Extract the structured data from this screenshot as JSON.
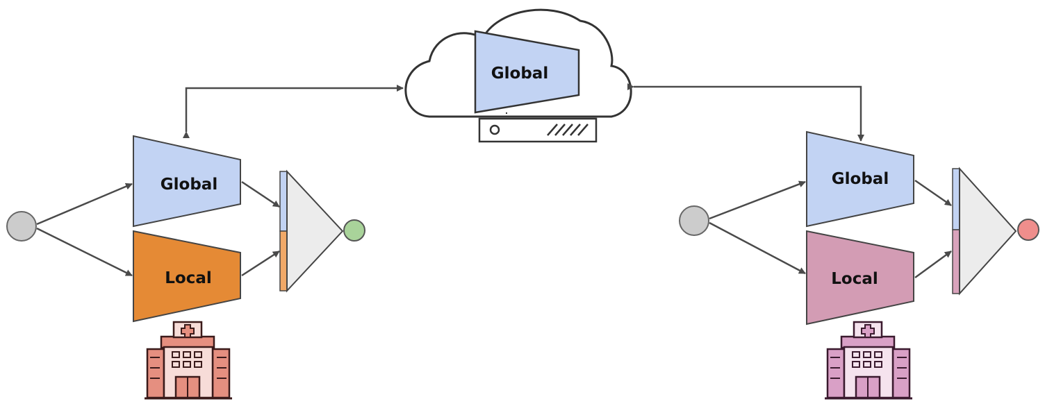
{
  "labels": {
    "cloud_global": "Global",
    "left_global": "Global",
    "left_local": "Local",
    "right_global": "Global",
    "right_local": "Local"
  },
  "colors": {
    "global": "#c2d3f3",
    "left_local": "#e58a35",
    "right_local": "#d39cb4",
    "head": "#ececec",
    "input_node": "#cccccc",
    "left_output": "#a9d39a",
    "right_output": "#ef8e8c",
    "left_hospital": "#e58f80",
    "right_hospital": "#d9a0c6"
  },
  "icons": {
    "cloud": "cloud-icon",
    "server": "server-icon",
    "left_hospital": "hospital-icon",
    "right_hospital": "hospital-icon"
  }
}
